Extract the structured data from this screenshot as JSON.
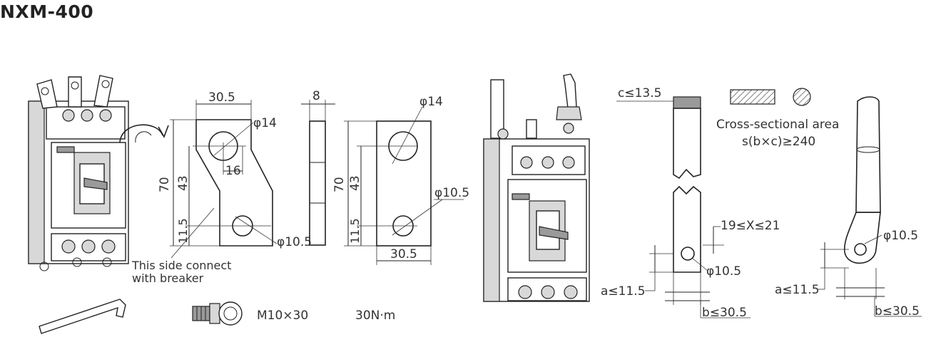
{
  "title": "NXM-400",
  "plate1": {
    "width": "30.5",
    "height": "70",
    "pitch": "43",
    "offset": "16",
    "edge": "11.5",
    "big_hole": "φ14",
    "small_hole": "φ10.5"
  },
  "plate2": {
    "thickness": "8"
  },
  "plate3": {
    "height": "70",
    "pitch": "43",
    "edge": "11.5",
    "width": "30.5",
    "big_hole": "φ14",
    "small_hole": "φ10.5"
  },
  "note": {
    "line1": "This side connect",
    "line2": "with breaker"
  },
  "bolt": {
    "spec": "M10×30",
    "torque": "30N·m"
  },
  "bar": {
    "c": "c≤13.5",
    "x": "19≤X≤21",
    "hole": "φ10.5",
    "a": "a≤11.5",
    "b": "b≤30.5"
  },
  "cross_section": {
    "line1": "Cross-sectional area",
    "line2": "s(b×c)≥240"
  },
  "lug": {
    "hole": "φ10.5",
    "a": "a≤11.5",
    "b": "b≤30.5"
  }
}
